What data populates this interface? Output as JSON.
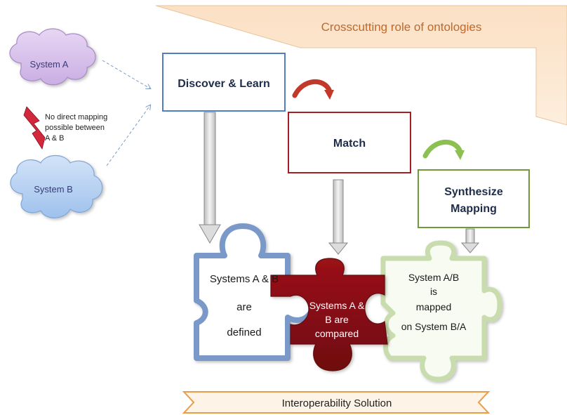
{
  "banner": {
    "title": "Crosscutting role of ontologies"
  },
  "systems": [
    {
      "label": "System A"
    },
    {
      "label": "System B"
    }
  ],
  "warning": {
    "text_lines": [
      "No direct mapping",
      "possible between",
      "A & B"
    ]
  },
  "steps": [
    {
      "label": "Discover & Learn"
    },
    {
      "label": "Match"
    },
    {
      "label_lines": [
        "Synthesize",
        "Mapping"
      ]
    }
  ],
  "pieces": [
    {
      "lines": [
        "Systems A & B",
        "are",
        "defined"
      ]
    },
    {
      "lines": [
        "Systems A &",
        "B are",
        "compared"
      ]
    },
    {
      "lines": [
        "System A/B",
        "is",
        "mapped",
        "on System B/A"
      ]
    }
  ],
  "footer": {
    "label": "Interoperability Solution"
  },
  "colors": {
    "banner_fill": "#fce3c8",
    "banner_text": "#c0692b",
    "cloud_a": "#d9c3ec",
    "cloud_b": "#b9d3f2",
    "cloud_text": "#3b3b7a",
    "step1_border": "#4e80c1",
    "step2_border": "#a51e23",
    "step3_border": "#6f9a3a",
    "arrow_red": "#c0392b",
    "arrow_green": "#8cc152",
    "piece_blue": "#7a98c8",
    "piece_red": "#8c0d16",
    "piece_green": "#c9dcae",
    "footer_border": "#e89d4a"
  }
}
